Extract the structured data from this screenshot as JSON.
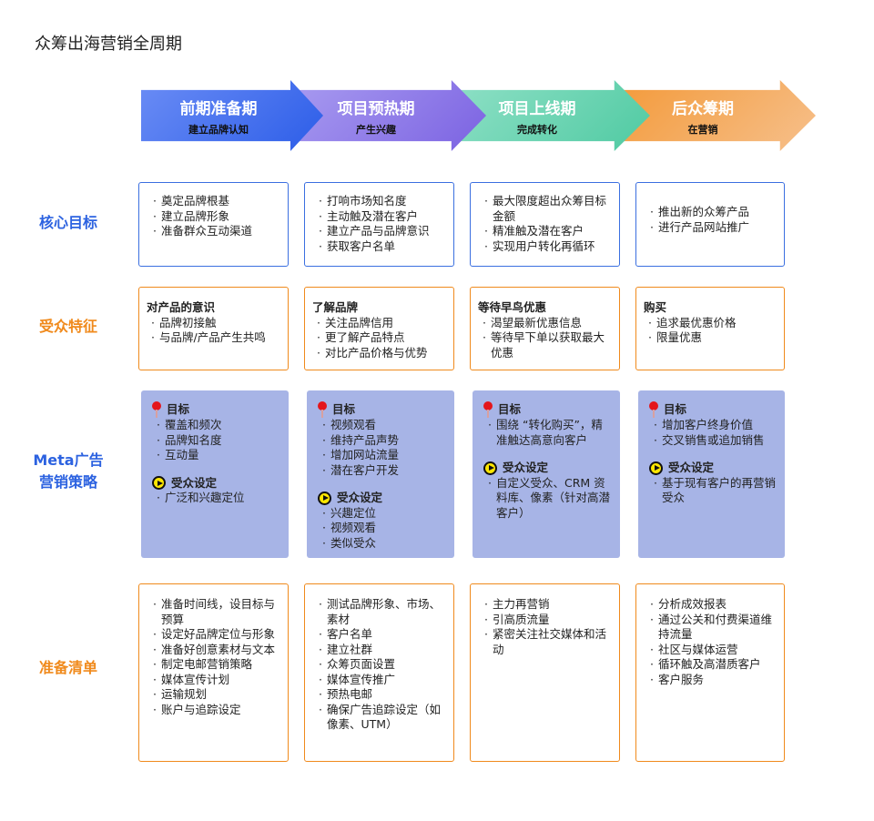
{
  "title": "众筹出海营销全周期",
  "phases": [
    {
      "title": "前期准备期",
      "subtitle": "建立品牌认知"
    },
    {
      "title": "项目预热期",
      "subtitle": "产生兴趣"
    },
    {
      "title": "项目上线期",
      "subtitle": "完成转化"
    },
    {
      "title": "后众筹期",
      "subtitle": "在营销"
    }
  ],
  "colors": {
    "blue_label": "#2c62e0",
    "orange_label": "#f08a1c",
    "goal_border": "#3b6fe0",
    "audience_border": "#f08a1c",
    "strategy_fill": "#a7b4e6",
    "checklist_border": "#f08a1c"
  },
  "rows": {
    "goals": {
      "label": "核心目标",
      "cells": [
        [
          "奠定品牌根基",
          "建立品牌形象",
          "准备群众互动渠道"
        ],
        [
          "打响市场知名度",
          "主动触及潜在客户",
          "建立产品与品牌意识",
          "获取客户名单"
        ],
        [
          "最大限度超出众筹目标金额",
          "精准触及潜在客户",
          "实现用户转化再循环"
        ],
        [
          "推出新的众筹产品",
          "进行产品网站推广"
        ]
      ]
    },
    "audience": {
      "label": "受众特征",
      "cells": [
        {
          "heading": "对产品的意识",
          "items": [
            "品牌初接触",
            "与品牌/产品产生共鸣"
          ]
        },
        {
          "heading": "了解品牌",
          "items": [
            "关注品牌信用",
            "更了解产品特点",
            "对比产品价格与优势"
          ]
        },
        {
          "heading": "等待早鸟优惠",
          "items": [
            "渴望最新优惠信息",
            "等待早下单以获取最大优惠"
          ]
        },
        {
          "heading": "购买",
          "items": [
            "追求最优惠价格",
            "限量优惠"
          ]
        }
      ]
    },
    "strategy": {
      "label_line1": "Meta广告",
      "label_line2": "营销策略",
      "goal_heading": "目标",
      "audience_heading": "受众设定",
      "cells": [
        {
          "goals": [
            "覆盖和频次",
            "品牌知名度",
            "互动量"
          ],
          "audience": [
            "广泛和兴趣定位"
          ]
        },
        {
          "goals": [
            "视频观看",
            "维持产品声势",
            "增加网站流量",
            "潜在客户开发"
          ],
          "audience": [
            "兴趣定位",
            "视频观看",
            "类似受众"
          ]
        },
        {
          "goals": [
            "围绕 “转化购买”，精准触达高意向客户"
          ],
          "audience": [
            "自定义受众、CRM 资料库、像素（针对高潜客户）"
          ]
        },
        {
          "goals": [
            "增加客户终身价值",
            "交叉销售或追加销售"
          ],
          "audience": [
            "基于现有客户的再营销受众"
          ]
        }
      ]
    },
    "checklist": {
      "label": "准备清单",
      "cells": [
        [
          "准备时间线，设目标与预算",
          "设定好品牌定位与形象",
          "准备好创意素材与文本",
          "制定电邮营销策略",
          "媒体宣传计划",
          "运输规划",
          "账户与追踪设定"
        ],
        [
          "测试品牌形象、市场、素材",
          "客户名单",
          "建立社群",
          "众筹页面设置",
          "媒体宣传推广",
          "预热电邮",
          "确保广告追踪设定（如像素、UTM）"
        ],
        [
          "主力再营销",
          "引高质流量",
          "紧密关注社交媒体和活动"
        ],
        [
          "分析成效报表",
          "通过公关和付费渠道维持流量",
          "社区与媒体运营",
          "循环触及高潜质客户",
          "客户服务"
        ]
      ]
    }
  }
}
